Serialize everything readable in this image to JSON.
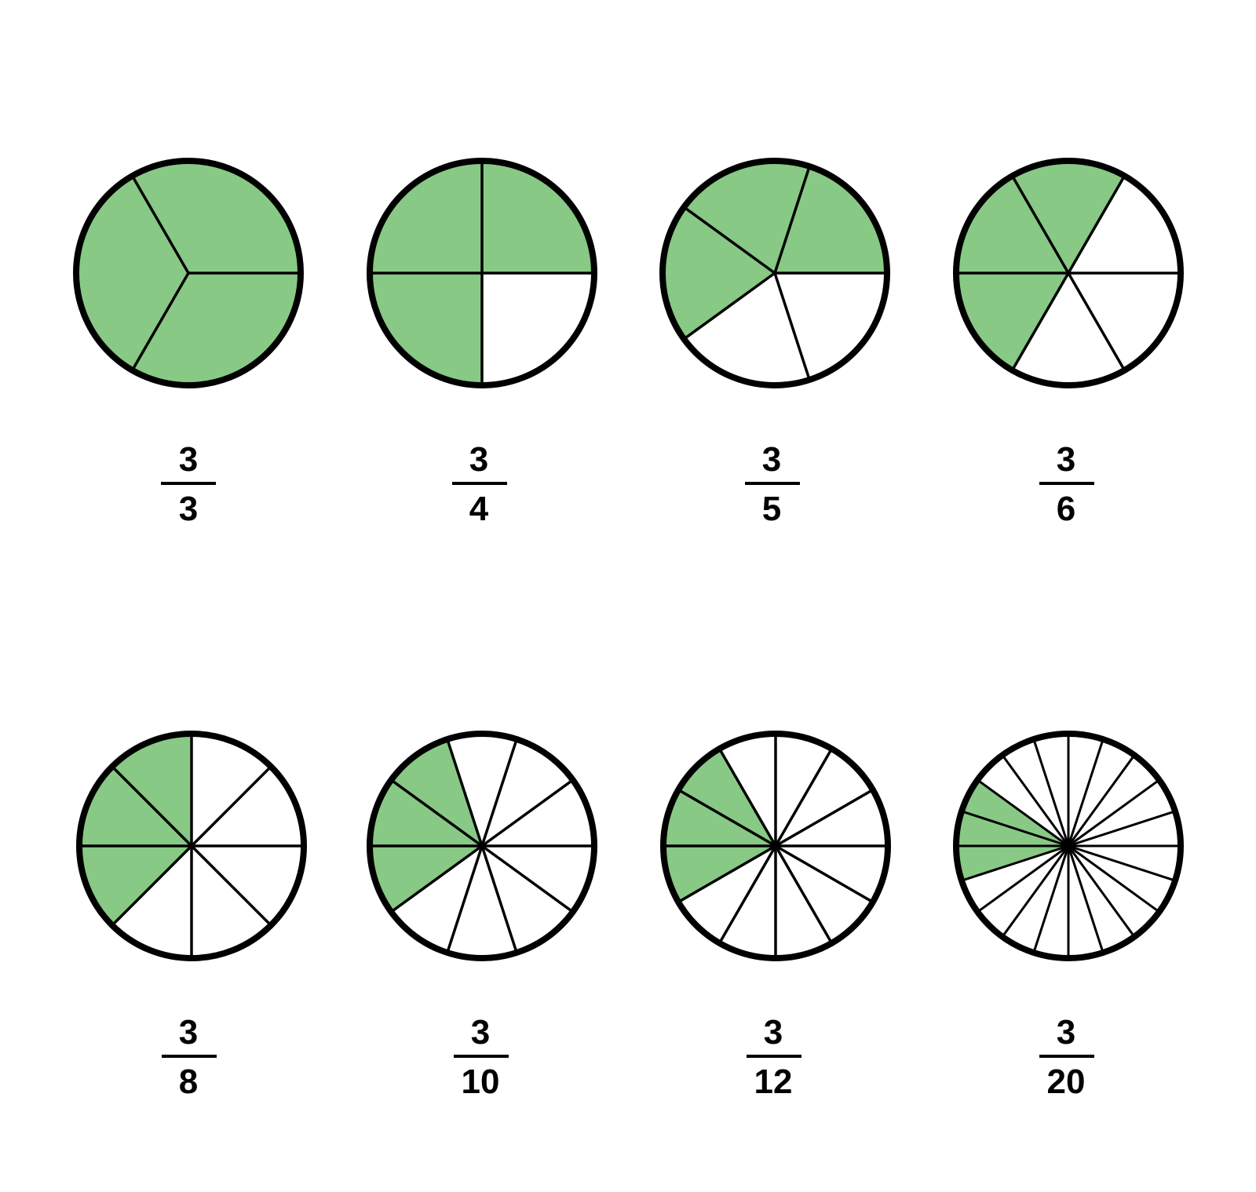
{
  "colors": {
    "filled": "#88c985",
    "empty": "#ffffff",
    "outline": "#000000",
    "background": "#ffffff"
  },
  "fraction_circles": [
    {
      "numerator": "3",
      "denominator": "3",
      "parts": 3,
      "shaded": 3
    },
    {
      "numerator": "3",
      "denominator": "4",
      "parts": 4,
      "shaded": 3
    },
    {
      "numerator": "3",
      "denominator": "5",
      "parts": 5,
      "shaded": 3
    },
    {
      "numerator": "3",
      "denominator": "6",
      "parts": 6,
      "shaded": 3
    },
    {
      "numerator": "3",
      "denominator": "8",
      "parts": 8,
      "shaded": 3
    },
    {
      "numerator": "3",
      "denominator": "10",
      "parts": 10,
      "shaded": 3
    },
    {
      "numerator": "3",
      "denominator": "12",
      "parts": 12,
      "shaded": 3
    },
    {
      "numerator": "3",
      "denominator": "20",
      "parts": 20,
      "shaded": 3
    }
  ]
}
